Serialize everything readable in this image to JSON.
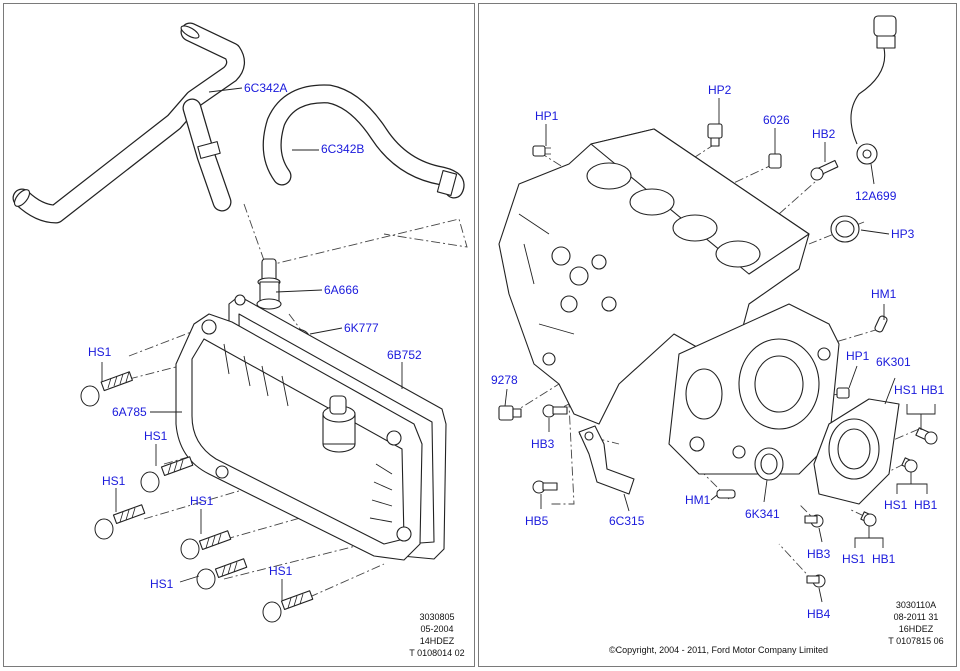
{
  "left_panel": {
    "callouts": {
      "hose_upper": "6C342A",
      "hose_lower": "6C342B",
      "valve": "6A666",
      "grommet": "6K777",
      "gasket": "6B752",
      "cover": "6A785",
      "bolt_1": "HS1",
      "bolt_2": "HS1",
      "bolt_3": "HS1",
      "bolt_4": "HS1",
      "bolt_5": "HS1",
      "bolt_6": "HS1"
    },
    "stamp": {
      "line1": "3030805",
      "line2": "05-2004",
      "line3": "14HDEZ",
      "line4": "T 0108014 02"
    }
  },
  "right_panel": {
    "callouts": {
      "hp1": "HP1",
      "hp2": "HP2",
      "plug_6026": "6026",
      "hb2": "HB2",
      "sensor": "12A699",
      "hp3": "HP3",
      "hm1_top": "HM1",
      "hp1_lower": "HP1",
      "carrier": "6K301",
      "hs1_a": "HS1",
      "hb1_a": "HB1",
      "hs1_b": "HS1",
      "hb1_b": "HB1",
      "hs1_c": "HS1",
      "hb1_c": "HB1",
      "sender_9278": "9278",
      "hb3_left": "HB3",
      "hb5": "HB5",
      "tube": "6C315",
      "hm1_bottom": "HM1",
      "seal": "6K341",
      "hb3_right": "HB3",
      "hb4": "HB4"
    },
    "copyright": "©Copyright, 2004 - 2011, Ford Motor Company Limited",
    "stamp": {
      "line1": "3030110A",
      "line2": "08-2011 31",
      "line3": "16HDEZ",
      "line4": "T 0107815 06"
    }
  }
}
